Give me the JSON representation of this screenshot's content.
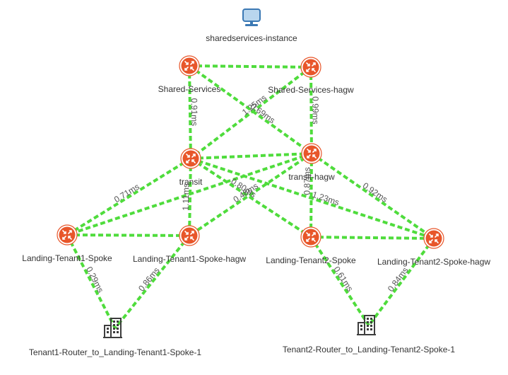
{
  "nodes": {
    "sharedservices_instance": {
      "label": "sharedservices-instance",
      "icon": "monitor-icon"
    },
    "shared_services": {
      "label": "Shared-Services",
      "icon": "router-icon"
    },
    "shared_services_hagw": {
      "label": "Shared-Services-hagw",
      "icon": "router-icon"
    },
    "transit": {
      "label": "transit",
      "icon": "router-icon"
    },
    "transit_hagw": {
      "label": "transit-hagw",
      "icon": "router-icon"
    },
    "landing_tenant1_spoke": {
      "label": "Landing-Tenant1-Spoke",
      "icon": "router-icon"
    },
    "landing_tenant1_spoke_hagw": {
      "label": "Landing-Tenant1-Spoke-hagw",
      "icon": "router-icon"
    },
    "landing_tenant2_spoke": {
      "label": "Landing-Tenant2-Spoke",
      "icon": "router-icon"
    },
    "landing_tenant2_spoke_hagw": {
      "label": "Landing-Tenant2-Spoke-hagw",
      "icon": "router-icon"
    },
    "tenant1_router": {
      "label": "Tenant1-Router_to_Landing-Tenant1-Spoke-1",
      "icon": "building-icon"
    },
    "tenant2_router": {
      "label": "Tenant2-Router_to_Landing-Tenant2-Spoke-1",
      "icon": "building-icon"
    }
  },
  "links": [
    {
      "from": "shared_services",
      "to": "shared_services_hagw",
      "latency": ""
    },
    {
      "from": "shared_services",
      "to": "transit",
      "latency": "0.91ms"
    },
    {
      "from": "shared_services",
      "to": "transit_hagw",
      "latency": "0.69ms"
    },
    {
      "from": "shared_services_hagw",
      "to": "transit",
      "latency": "1.25ms"
    },
    {
      "from": "shared_services_hagw",
      "to": "transit_hagw",
      "latency": "0.99ms"
    },
    {
      "from": "transit",
      "to": "transit_hagw",
      "latency": ""
    },
    {
      "from": "transit",
      "to": "landing_tenant1_spoke",
      "latency": "0.71ms"
    },
    {
      "from": "transit",
      "to": "landing_tenant1_spoke_hagw",
      "latency": "1.11ms"
    },
    {
      "from": "transit",
      "to": "landing_tenant2_spoke",
      "latency": "0.80ms"
    },
    {
      "from": "transit",
      "to": "landing_tenant2_spoke_hagw",
      "latency": "1.23ms"
    },
    {
      "from": "transit_hagw",
      "to": "landing_tenant1_spoke",
      "latency": ""
    },
    {
      "from": "transit_hagw",
      "to": "landing_tenant1_spoke_hagw",
      "latency": "0.48ms"
    },
    {
      "from": "transit_hagw",
      "to": "landing_tenant2_spoke",
      "latency": "0.87ms"
    },
    {
      "from": "transit_hagw",
      "to": "landing_tenant2_spoke_hagw",
      "latency": "0.92ms"
    },
    {
      "from": "landing_tenant1_spoke",
      "to": "landing_tenant1_spoke_hagw",
      "latency": ""
    },
    {
      "from": "landing_tenant2_spoke",
      "to": "landing_tenant2_spoke_hagw",
      "latency": ""
    },
    {
      "from": "landing_tenant1_spoke",
      "to": "tenant1_router",
      "latency": "0.29ms"
    },
    {
      "from": "landing_tenant1_spoke_hagw",
      "to": "tenant1_router",
      "latency": "0.86ms"
    },
    {
      "from": "landing_tenant2_spoke",
      "to": "tenant2_router",
      "latency": "0.61ms"
    },
    {
      "from": "landing_tenant2_spoke_hagw",
      "to": "tenant2_router",
      "latency": "0.84ms"
    }
  ],
  "colors": {
    "link": "#4fdc3c",
    "router": "#e8562a",
    "monitor_screen": "#b9d6ee",
    "monitor_frame": "#3c79b4",
    "building": "#3d3d3d"
  }
}
